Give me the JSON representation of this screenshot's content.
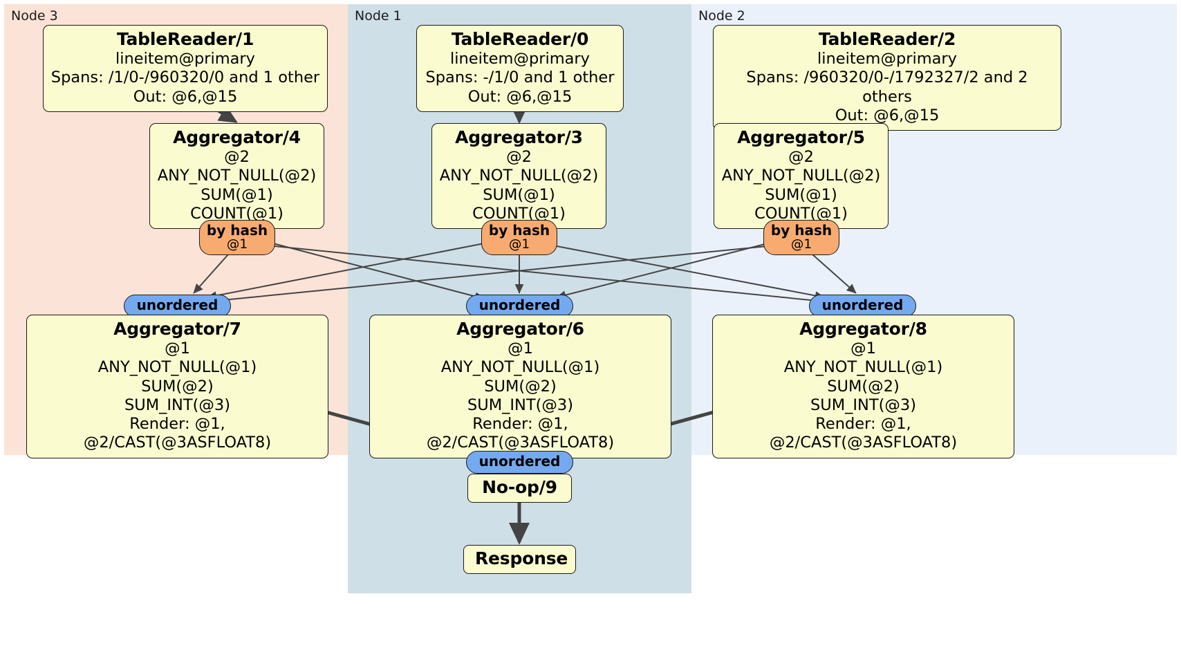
{
  "diagram": {
    "type": "distributed-query-plan",
    "colors": {
      "node3_panel": "#fbe3d7",
      "node1_panel": "#cfdfe8",
      "node2_panel": "#eaf1fb",
      "processor_fill": "#fbfbd0",
      "processor_stroke": "#1a1a1a",
      "hash_router": "#f7ab71",
      "unordered_router": "#74a9f0",
      "edge": "#444444"
    }
  },
  "nodes": [
    {
      "id": "node3",
      "label": "Node 3"
    },
    {
      "id": "node1",
      "label": "Node 1"
    },
    {
      "id": "node2",
      "label": "Node 2"
    }
  ],
  "processors": {
    "table_reader_1": {
      "title": "TableReader/1",
      "lines": [
        "lineitem@primary",
        "Spans: /1/0-/960320/0 and 1 other",
        "Out: @6,@15"
      ]
    },
    "table_reader_0": {
      "title": "TableReader/0",
      "lines": [
        "lineitem@primary",
        "Spans: -/1/0 and 1 other",
        "Out: @6,@15"
      ]
    },
    "table_reader_2": {
      "title": "TableReader/2",
      "lines": [
        "lineitem@primary",
        "Spans: /960320/0-/1792327/2 and 2 others",
        "Out: @6,@15"
      ]
    },
    "aggregator_4": {
      "title": "Aggregator/4",
      "lines": [
        "@2",
        "ANY_NOT_NULL(@2)",
        "SUM(@1)",
        "COUNT(@1)"
      ]
    },
    "aggregator_3": {
      "title": "Aggregator/3",
      "lines": [
        "@2",
        "ANY_NOT_NULL(@2)",
        "SUM(@1)",
        "COUNT(@1)"
      ]
    },
    "aggregator_5": {
      "title": "Aggregator/5",
      "lines": [
        "@2",
        "ANY_NOT_NULL(@2)",
        "SUM(@1)",
        "COUNT(@1)"
      ]
    },
    "aggregator_7": {
      "title": "Aggregator/7",
      "lines": [
        "@1",
        "ANY_NOT_NULL(@1)",
        "SUM(@2)",
        "SUM_INT(@3)",
        "Render: @1, @2/CAST(@3ASFLOAT8)"
      ]
    },
    "aggregator_6": {
      "title": "Aggregator/6",
      "lines": [
        "@1",
        "ANY_NOT_NULL(@1)",
        "SUM(@2)",
        "SUM_INT(@3)",
        "Render: @1, @2/CAST(@3ASFLOAT8)"
      ]
    },
    "aggregator_8": {
      "title": "Aggregator/8",
      "lines": [
        "@1",
        "ANY_NOT_NULL(@1)",
        "SUM(@2)",
        "SUM_INT(@3)",
        "Render: @1, @2/CAST(@3ASFLOAT8)"
      ]
    },
    "noop_9": {
      "title": "No-op/9",
      "lines": []
    },
    "response": {
      "title": "Response",
      "lines": []
    }
  },
  "routers": {
    "hash_4": {
      "title": "by hash",
      "sub": "@1"
    },
    "hash_3": {
      "title": "by hash",
      "sub": "@1"
    },
    "hash_5": {
      "title": "by hash",
      "sub": "@1"
    },
    "unordered_7": {
      "title": "unordered",
      "sub": ""
    },
    "unordered_6": {
      "title": "unordered",
      "sub": ""
    },
    "unordered_8": {
      "title": "unordered",
      "sub": ""
    },
    "unordered_9": {
      "title": "unordered",
      "sub": ""
    }
  }
}
